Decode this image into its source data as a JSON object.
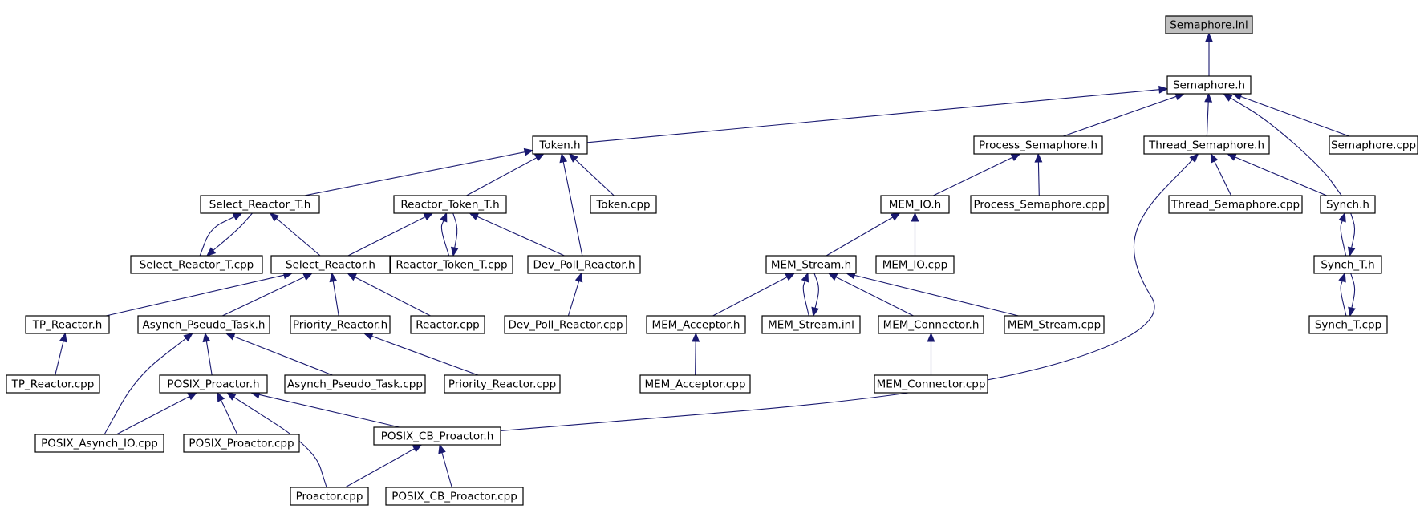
{
  "graph": {
    "root": "Semaphore.inl",
    "nodes": [
      {
        "id": "semaphore_inl",
        "label": "Semaphore.inl",
        "root": true
      },
      {
        "id": "semaphore_h",
        "label": "Semaphore.h"
      },
      {
        "id": "token_h",
        "label": "Token.h"
      },
      {
        "id": "process_semaphore_h",
        "label": "Process_Semaphore.h"
      },
      {
        "id": "thread_semaphore_h",
        "label": "Thread_Semaphore.h"
      },
      {
        "id": "semaphore_cpp",
        "label": "Semaphore.cpp"
      },
      {
        "id": "select_reactor_t_h",
        "label": "Select_Reactor_T.h"
      },
      {
        "id": "reactor_token_t_h",
        "label": "Reactor_Token_T.h"
      },
      {
        "id": "token_cpp",
        "label": "Token.cpp"
      },
      {
        "id": "mem_io_h",
        "label": "MEM_IO.h"
      },
      {
        "id": "process_semaphore_cpp",
        "label": "Process_Semaphore.cpp"
      },
      {
        "id": "thread_semaphore_cpp",
        "label": "Thread_Semaphore.cpp"
      },
      {
        "id": "synch_h",
        "label": "Synch.h"
      },
      {
        "id": "select_reactor_t_cpp",
        "label": "Select_Reactor_T.cpp"
      },
      {
        "id": "select_reactor_h",
        "label": "Select_Reactor.h"
      },
      {
        "id": "reactor_token_t_cpp",
        "label": "Reactor_Token_T.cpp"
      },
      {
        "id": "dev_poll_reactor_h",
        "label": "Dev_Poll_Reactor.h"
      },
      {
        "id": "mem_stream_h",
        "label": "MEM_Stream.h"
      },
      {
        "id": "mem_io_cpp",
        "label": "MEM_IO.cpp"
      },
      {
        "id": "synch_t_h",
        "label": "Synch_T.h"
      },
      {
        "id": "tp_reactor_h",
        "label": "TP_Reactor.h"
      },
      {
        "id": "asynch_pseudo_task_h",
        "label": "Asynch_Pseudo_Task.h"
      },
      {
        "id": "priority_reactor_h",
        "label": "Priority_Reactor.h"
      },
      {
        "id": "reactor_cpp",
        "label": "Reactor.cpp"
      },
      {
        "id": "dev_poll_reactor_cpp",
        "label": "Dev_Poll_Reactor.cpp"
      },
      {
        "id": "mem_acceptor_h",
        "label": "MEM_Acceptor.h"
      },
      {
        "id": "mem_stream_inl",
        "label": "MEM_Stream.inl"
      },
      {
        "id": "mem_connector_h",
        "label": "MEM_Connector.h"
      },
      {
        "id": "mem_stream_cpp",
        "label": "MEM_Stream.cpp"
      },
      {
        "id": "synch_t_cpp",
        "label": "Synch_T.cpp"
      },
      {
        "id": "tp_reactor_cpp",
        "label": "TP_Reactor.cpp"
      },
      {
        "id": "posix_proactor_h",
        "label": "POSIX_Proactor.h"
      },
      {
        "id": "asynch_pseudo_task_cpp",
        "label": "Asynch_Pseudo_Task.cpp"
      },
      {
        "id": "priority_reactor_cpp",
        "label": "Priority_Reactor.cpp"
      },
      {
        "id": "mem_acceptor_cpp",
        "label": "MEM_Acceptor.cpp"
      },
      {
        "id": "mem_connector_cpp",
        "label": "MEM_Connector.cpp"
      },
      {
        "id": "posix_asynch_io_cpp",
        "label": "POSIX_Asynch_IO.cpp"
      },
      {
        "id": "posix_proactor_cpp",
        "label": "POSIX_Proactor.cpp"
      },
      {
        "id": "posix_cb_proactor_h",
        "label": "POSIX_CB_Proactor.h"
      },
      {
        "id": "proactor_cpp",
        "label": "Proactor.cpp"
      },
      {
        "id": "posix_cb_proactor_cpp",
        "label": "POSIX_CB_Proactor.cpp"
      }
    ],
    "edges": [
      {
        "from": "semaphore_h",
        "to": "semaphore_inl"
      },
      {
        "from": "token_h",
        "to": "semaphore_h"
      },
      {
        "from": "process_semaphore_h",
        "to": "semaphore_h"
      },
      {
        "from": "thread_semaphore_h",
        "to": "semaphore_h"
      },
      {
        "from": "synch_h",
        "to": "semaphore_h"
      },
      {
        "from": "semaphore_cpp",
        "to": "semaphore_h"
      },
      {
        "from": "select_reactor_t_h",
        "to": "token_h"
      },
      {
        "from": "reactor_token_t_h",
        "to": "token_h"
      },
      {
        "from": "dev_poll_reactor_h",
        "to": "token_h"
      },
      {
        "from": "token_cpp",
        "to": "token_h"
      },
      {
        "from": "mem_io_h",
        "to": "process_semaphore_h"
      },
      {
        "from": "process_semaphore_cpp",
        "to": "process_semaphore_h"
      },
      {
        "from": "posix_cb_proactor_h",
        "to": "thread_semaphore_h"
      },
      {
        "from": "thread_semaphore_cpp",
        "to": "thread_semaphore_h"
      },
      {
        "from": "synch_h",
        "to": "thread_semaphore_h"
      },
      {
        "from": "select_reactor_t_cpp",
        "to": "select_reactor_t_h"
      },
      {
        "from": "select_reactor_t_h",
        "to": "select_reactor_t_cpp"
      },
      {
        "from": "select_reactor_h",
        "to": "select_reactor_t_h"
      },
      {
        "from": "select_reactor_h",
        "to": "reactor_token_t_h"
      },
      {
        "from": "reactor_token_t_cpp",
        "to": "reactor_token_t_h"
      },
      {
        "from": "reactor_token_t_h",
        "to": "reactor_token_t_cpp"
      },
      {
        "from": "dev_poll_reactor_h",
        "to": "reactor_token_t_h"
      },
      {
        "from": "mem_stream_h",
        "to": "mem_io_h"
      },
      {
        "from": "mem_io_cpp",
        "to": "mem_io_h"
      },
      {
        "from": "synch_t_h",
        "to": "synch_h"
      },
      {
        "from": "synch_h",
        "to": "synch_t_h"
      },
      {
        "from": "tp_reactor_h",
        "to": "select_reactor_h"
      },
      {
        "from": "asynch_pseudo_task_h",
        "to": "select_reactor_h"
      },
      {
        "from": "priority_reactor_h",
        "to": "select_reactor_h"
      },
      {
        "from": "reactor_cpp",
        "to": "select_reactor_h"
      },
      {
        "from": "dev_poll_reactor_cpp",
        "to": "dev_poll_reactor_h"
      },
      {
        "from": "mem_acceptor_h",
        "to": "mem_stream_h"
      },
      {
        "from": "mem_stream_inl",
        "to": "mem_stream_h"
      },
      {
        "from": "mem_stream_h",
        "to": "mem_stream_inl"
      },
      {
        "from": "mem_connector_h",
        "to": "mem_stream_h"
      },
      {
        "from": "mem_stream_cpp",
        "to": "mem_stream_h"
      },
      {
        "from": "synch_t_cpp",
        "to": "synch_t_h"
      },
      {
        "from": "synch_t_h",
        "to": "synch_t_cpp"
      },
      {
        "from": "tp_reactor_cpp",
        "to": "tp_reactor_h"
      },
      {
        "from": "posix_proactor_h",
        "to": "asynch_pseudo_task_h"
      },
      {
        "from": "asynch_pseudo_task_cpp",
        "to": "asynch_pseudo_task_h"
      },
      {
        "from": "posix_asynch_io_cpp",
        "to": "asynch_pseudo_task_h"
      },
      {
        "from": "priority_reactor_cpp",
        "to": "priority_reactor_h"
      },
      {
        "from": "mem_acceptor_cpp",
        "to": "mem_acceptor_h"
      },
      {
        "from": "mem_connector_cpp",
        "to": "mem_connector_h"
      },
      {
        "from": "posix_asynch_io_cpp",
        "to": "posix_proactor_h"
      },
      {
        "from": "posix_proactor_cpp",
        "to": "posix_proactor_h"
      },
      {
        "from": "posix_cb_proactor_h",
        "to": "posix_proactor_h"
      },
      {
        "from": "proactor_cpp",
        "to": "posix_proactor_h"
      },
      {
        "from": "proactor_cpp",
        "to": "posix_cb_proactor_h"
      },
      {
        "from": "posix_cb_proactor_cpp",
        "to": "posix_cb_proactor_h"
      }
    ]
  }
}
